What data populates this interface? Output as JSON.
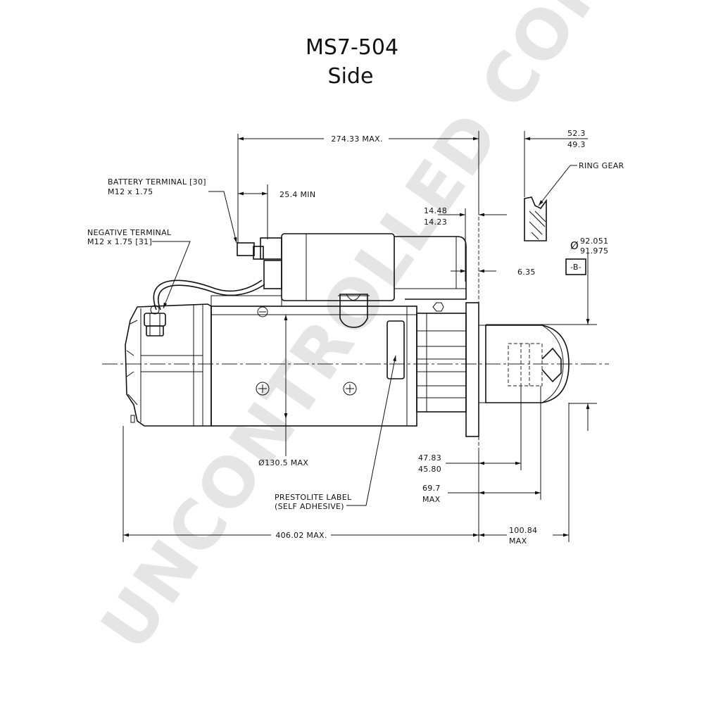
{
  "title": {
    "line1": "MS7-504",
    "line2": "Side"
  },
  "watermark": "UNCONTROLLED COPY",
  "labels": {
    "battery_terminal_1": "BATTERY TERMINAL [30]",
    "battery_terminal_2": "M12 x 1.75",
    "negative_terminal_1": "NEGATIVE TERMINAL",
    "negative_terminal_2": "M12 x 1.75 [31]",
    "ring_gear": "RING GEAR",
    "datum": "-B-",
    "label_1": "PRESTOLITE LABEL",
    "label_2": "(SELF ADHESIVE)"
  },
  "dimensions": {
    "overall_top": "274.33 MAX.",
    "min_254": "25.4 MIN",
    "gear_a": "52.3",
    "gear_b": "49.3",
    "flange_a": "14.48",
    "flange_b": "14.23",
    "dia_symbol": "Ø",
    "pilot_a": "92.051",
    "pilot_b": "91.975",
    "flange_635": "6.35",
    "housing_dia": "Ø130.5 MAX",
    "pinion_a": "47.83",
    "pinion_b": "45.80",
    "pinion_69": "69.7",
    "pinion_69_max": "MAX",
    "overall_bottom": "406.02 MAX.",
    "nose_a": "100.84",
    "nose_b": "MAX"
  }
}
